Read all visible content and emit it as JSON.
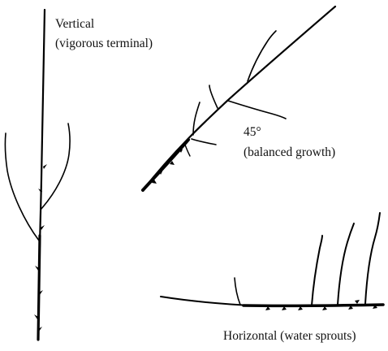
{
  "labels": {
    "vertical_line1": "Vertical",
    "vertical_line2": "(vigorous terminal)",
    "angle_line1": "45°",
    "angle_line2": "(balanced growth)",
    "horizontal": "Horizontal (water sprouts)"
  }
}
